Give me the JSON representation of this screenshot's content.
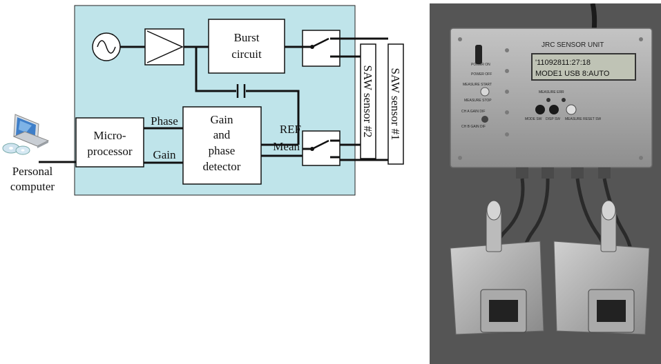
{
  "diagram": {
    "blocks": {
      "burst_circuit": [
        "Burst",
        "circuit"
      ],
      "microprocessor": [
        "Micro-",
        "processor"
      ],
      "detector": [
        "Gain",
        "and",
        "phase",
        "detector"
      ]
    },
    "signals": {
      "phase": "Phase",
      "gain": "Gain",
      "ref": "REF",
      "mean": "Mean"
    },
    "sensors": {
      "sensor1": "SAW sensor #1",
      "sensor2": "SAW sensor #2"
    },
    "computer_label": [
      "Personal",
      "computer"
    ]
  },
  "photo": {
    "device_brand": "JRC",
    "device_title": "SENSOR UNIT",
    "lcd_line1": "'11092811:27:18",
    "lcd_line2": "MODE1 USB 8:AUTO",
    "labels": {
      "power_on": "POWER ON",
      "power_off": "POWER OFF",
      "measure_start": "MEASURE START",
      "measure_stop": "MEASURE STOP",
      "ch_a": "CH A GAIN DIF",
      "ch_b": "CH B GAIN DIF",
      "measure_err": "MEASURE  ERR",
      "mode_sw": "MODE SW",
      "disp_sw": "DISP SW",
      "reset_sw": "MEASURE RESET SW"
    },
    "colors": {
      "panel": "#a9a9a9",
      "background": "#5a5a5a",
      "lcd": "#bfc3b5"
    }
  }
}
